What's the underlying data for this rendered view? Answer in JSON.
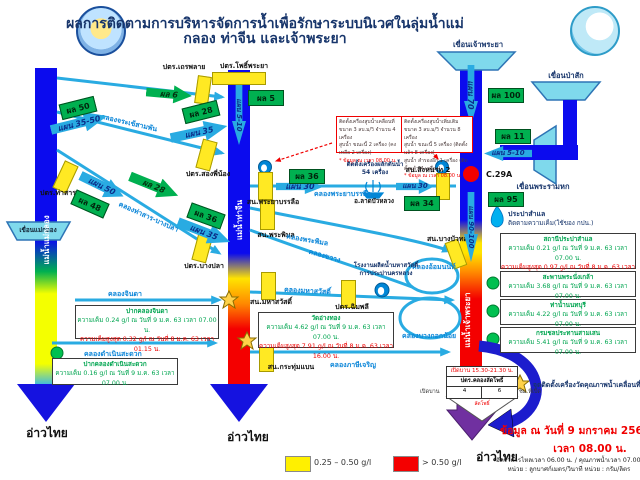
{
  "header": {
    "title": "ผลการติดตามการบริหารจัดการน้ำเพื่อรักษาระบบนิเวศในลุ่มน้ำแม่กลอง ท่าจีน และเจ้าพระยา",
    "left_logo": "กรมชลประทาน",
    "right_logo": "SWOC"
  },
  "rivers": {
    "mae_klong": "แม่น้ำแม่กลอง",
    "tha_chin": "แม่น้ำท่าจีน",
    "chao_phraya": "แม่น้ำเจ้าพระยา",
    "gulf": "อ่าวไทย"
  },
  "dams": {
    "mae_klong": "เขื่อนแม่กลอง",
    "chao_phraya": "เขื่อนเจ้าพระยา",
    "pasak": "เขื่อนป่าสัก",
    "rama6": "เขื่อนพระรามหก"
  },
  "gates": {
    "then_phlai": "ปตร.เถรพลาย",
    "pho_phraya": "ปตร.โพธิ์พระยา",
    "song_phi_nong": "ปตร.สองพี่น้อง",
    "tha_san": "ปตร.ท่าสาร",
    "bang_pla": "ปตร.บางปลา",
    "phraya_banlue": "สน.พระยาบรรลือ",
    "singhanat": "สน.สิงหนาท 2",
    "phra_phimon": "สน.พระพิมล",
    "bang_bua_thong": "สน.บางบัวทอง",
    "maha_sawat": "สน.มหาสวัสดิ์",
    "chimphli": "ปตร.ฉิมพลี",
    "krathum_baen": "สน.กระทุ่มแบน",
    "lat_pho": "ปตร.คลองลัดโพธิ์"
  },
  "canals": {
    "chorakhe_sam_phan": "คลองจระเข้สามพัน",
    "tha_san_bang_pla": "คลองท่าสาร-บางปลา",
    "phraya_banlue": "คลองพระยาบรรลือ",
    "phra_phimon": "คลองพระพิมล",
    "khwang": "คลองขวาง",
    "maha_sawat": "คลองมหาสวัสดิ์",
    "om_non": "คลองอ้อมนนท์",
    "bangkok_noi": "คลองบางกอกน้อย",
    "chinda": "คลองจินดา",
    "damnoen_saduak": "คลองดำเนินสะดวก",
    "phasi_charoen": "คลองภาษีเจริญ"
  },
  "flows": {
    "r6": "ผล 6",
    "r5": "ผล 5",
    "p5_10_tc": "แผน 5-10",
    "p35_50": "แผน 35-50",
    "r50": "ผล 50",
    "p35_u": "แผน 35",
    "r28_u": "ผล 28",
    "p50": "แผน 50",
    "r48": "ผล 48",
    "r28_m": "ผล 28",
    "p35_l": "แผน 35",
    "r36_l": "ผล 36",
    "r36_b": "ผล 36",
    "p30_a": "แผน 30",
    "p30_b": "แผน 30",
    "r34": "ผล 34",
    "p70": "แผน 70",
    "r100": "ผล 100",
    "r11": "ผล 11",
    "p5_10_ps": "แผน 5-10",
    "r95": "ผล 95",
    "p90_100": "แผน 90-100"
  },
  "annotations": {
    "c29a": "C.29A",
    "pusher_line1": "ติดตั้งเครื่องผลักดันน้ำ",
    "pusher_line2": "54 เครื่อง",
    "lat_bua_luang": "อ.ลาดบัวหลวง",
    "samlae_line1": "ประปาสำแล",
    "samlae_line2": "ติดตามความเค็ม(ใช้ของ กปน.)",
    "mwa_line1": "โรงงานผลิตน้ำมหาสวัสดิ์",
    "mwa_line2": "การประปานครหลวง"
  },
  "pump_boxes": {
    "left": [
      "ติดตั้งเครื่องสูบน้ำเคลื่อนที่ ขนาด 3 ลบ.ม/วิ จำนวน 4 เครื่อง",
      "สูบน้ำ ขณะนี้ 2 เครื่อง (คงเหลือ 2 เครื่อง)",
      "* ข้อมูล ณ เวลา 08.00 น."
    ],
    "right": [
      "ติดตั้งเครื่องสูบน้ำเพิ่มเติม ขนาด 3 ลบ.ม/วิ จำนวน 8 เครื่อง",
      "สูบน้ำ ขณะนี้ 5 เครื่อง (ติดตั้งแล้ว 8 เครื่อง)",
      "สูบน้ำ สำรองอีก 1 เครื่อง (ติดตั้งแล้ว 4 เครื่อง)",
      "* ข้อมูล ณ เวลา 08.00 น."
    ]
  },
  "salinity": {
    "samlae": {
      "title": "สถานีประปาสำแล",
      "current": "ความเค็ม 0.21 g/l ณ วันที่ 9 ม.ค. 63 เวลา 07.00 น.",
      "max": "ความเค็มสูงสุด 0.97 g/l ณ วันที่ 8 ม.ค. 63 เวลา 17.00 น."
    },
    "phra_nang_klao": {
      "title": "สะพานพระนั่งเกล้า",
      "current": "ความเค็ม 3.68 g/l ณ วันที่ 9 ม.ค. 63 เวลา 07.00 น."
    },
    "nonthaburi": {
      "title": "ท่าน้ำนนทบุรี",
      "current": "ความเค็ม 4.22 g/l ณ วันที่ 9 ม.ค. 63 เวลา 07.00 น."
    },
    "samsen": {
      "title": "กรมชลประทานสามเสน",
      "current": "ความเค็ม 5.41 g/l ณ วันที่ 9 ม.ค. 63 เวลา 07.00 น."
    },
    "chinda": {
      "title": "ปากคลองจินดา",
      "current": "ความเค็ม 0.24 g/l ณ วันที่ 9 ม.ค. 63 เวลา 07.00 น.",
      "max": "ความเค็มสูงสุด 0.32 g/l ณ วันที่ 8 ม.ค. 63 เวลา 01.15 น."
    },
    "damnoen": {
      "title": "ปากคลองดำเนินสะดวก",
      "current": "ความเค็ม 0.16 g/l ณ วันที่ 9 ม.ค. 63 เวลา 07.00 น."
    },
    "wat_ang_thong": {
      "title": "วัดอ่างทอง",
      "current": "ความเค็ม 4.62 g/l ณ วันที่ 9 ม.ค. 63 เวลา 07.00 น.",
      "max": "ความเค็มสูงสุด 7.91 g/l ณ วันที่ 8 ม.ค. 63 เวลา 16.00 น."
    }
  },
  "lat_pho_panel": {
    "header": "เปิดบาน 15.30-21.30 น.",
    "name": "ปตร.คลองลัดโพธิ์",
    "row_left": "เปิดบาน",
    "cell1": "4",
    "cell2": "6",
    "row_right": "ชม.ที่เปิด",
    "funnel_note": "ลัดโพธิ์"
  },
  "footer": {
    "star_note": "จุดติดตั้งเครื่องวัดคุณภาพน้ำเคลื่อนที่ 2 จุด",
    "data_date": "ข้อมูล ณ วันที่ 9 มกราคม 2563",
    "data_time": "เวลา 08.00 น.",
    "note1": "อัตราการไหลเวลา 06.00 น. / คุณภาพน้ำเวลา 07.00 น.",
    "note2": "หน่วย : ลูกบาศก์เมตร/วินาที   หน่วย : กรัม/ลิตร",
    "legend_yellow": "0.25 – 0.50 g/l",
    "legend_red": ">  0.50 g/l"
  }
}
